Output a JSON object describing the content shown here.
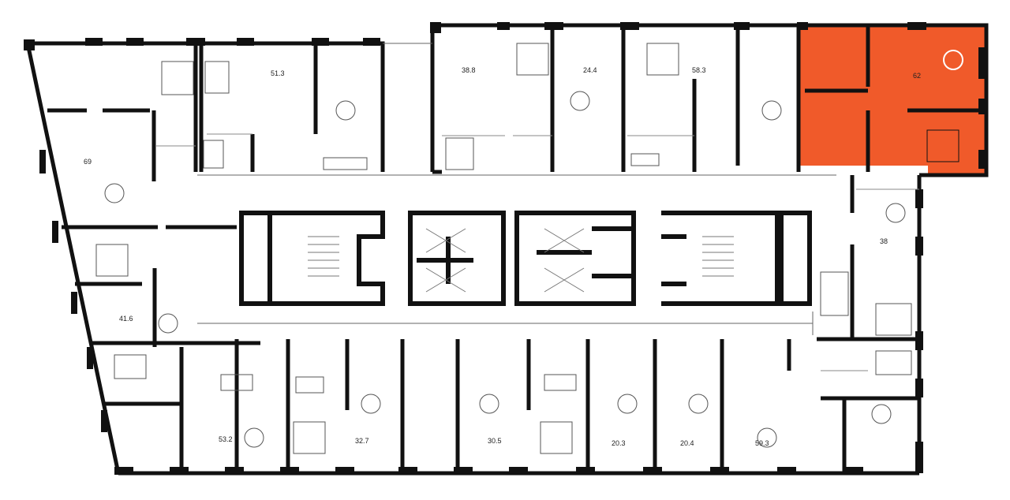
{
  "floorplan": {
    "highlight_color": "#f05a2a",
    "wall_color": "#111111",
    "thin_line_color": "#555555",
    "apartments": [
      {
        "id": "apt-69",
        "area": "69"
      },
      {
        "id": "apt-51-3",
        "area": "51.3"
      },
      {
        "id": "apt-38-8",
        "area": "38.8"
      },
      {
        "id": "apt-24-4",
        "area": "24.4"
      },
      {
        "id": "apt-58-3",
        "area": "58.3"
      },
      {
        "id": "apt-62",
        "area": "62",
        "highlighted": true
      },
      {
        "id": "apt-38",
        "area": "38"
      },
      {
        "id": "apt-41-6",
        "area": "41.6"
      },
      {
        "id": "apt-53-2",
        "area": "53.2"
      },
      {
        "id": "apt-32-7",
        "area": "32.7"
      },
      {
        "id": "apt-30-5",
        "area": "30.5"
      },
      {
        "id": "apt-20-3",
        "area": "20.3"
      },
      {
        "id": "apt-20-4",
        "area": "20.4"
      },
      {
        "id": "apt-59-3",
        "area": "59.3"
      }
    ]
  }
}
